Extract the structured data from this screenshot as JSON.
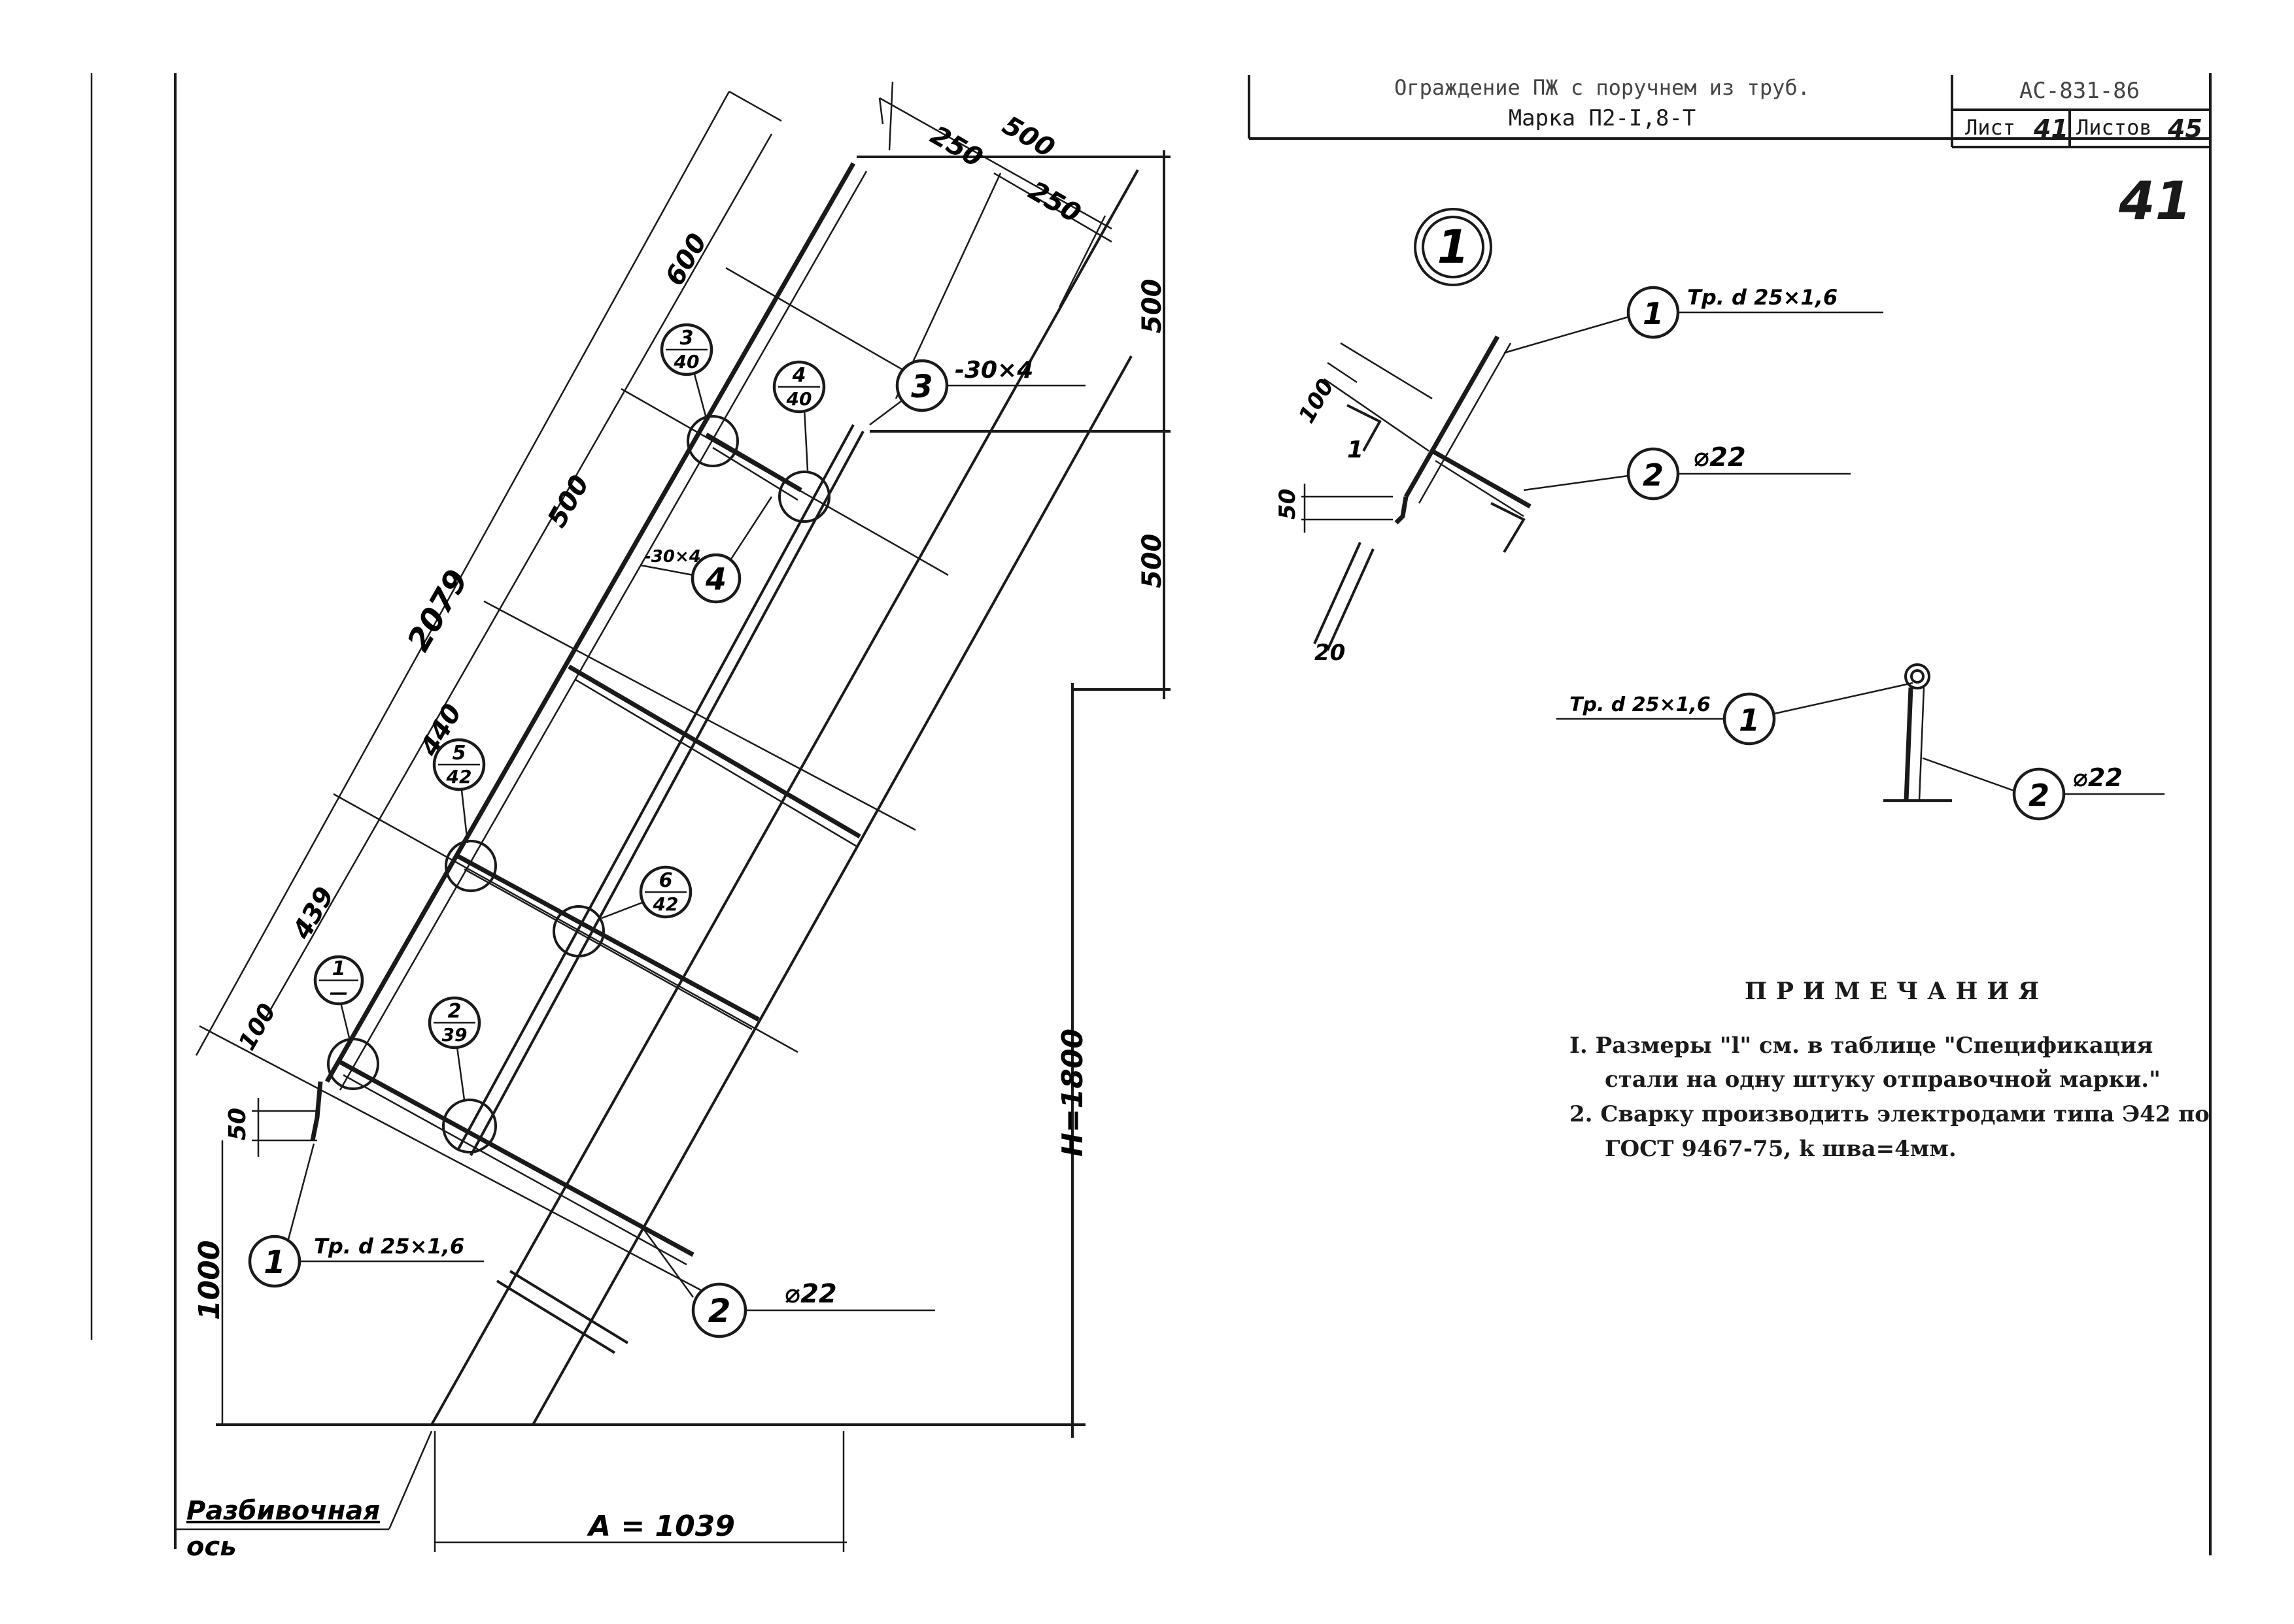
{
  "title_block": {
    "title_line1": "Ограждение ПЖ с поручнем из труб.",
    "title_line2": "Марка П2-I,8-Т",
    "code": "АС-831-86",
    "sheet_label": "Лист",
    "sheet_value": "41",
    "sheets_label": "Листов",
    "sheets_value": "45"
  },
  "page_number": "41",
  "dimensions": {
    "top_500": "500",
    "top_250_left": "250",
    "top_250_right": "250",
    "d_600": "600",
    "d_500": "500",
    "d_2079": "2079",
    "d_440": "440",
    "d_439": "439",
    "d_100": "100",
    "d_50": "50",
    "d_1000": "1000",
    "right_500_top": "500",
    "right_500_bottom": "500",
    "h_1800": "H=1800",
    "a_1039": "A = 1039"
  },
  "callouts": {
    "n1": "1",
    "n2": "2",
    "n3": "3",
    "n4": "4",
    "tube_label": "Тр. d 25×1,6",
    "rod_label": "⌀22",
    "strip_label_3": "-30×4",
    "strip_label_4": "-30×4",
    "node_3_40_top": "3",
    "node_3_40_bot": "40",
    "node_4_40_top": "4",
    "node_4_40_bot": "40",
    "node_5_42_top": "5",
    "node_5_42_bot": "42",
    "node_6_42_top": "6",
    "node_6_42_bot": "42",
    "node_2_39_top": "2",
    "node_2_39_bot": "39",
    "node_1_top": "1",
    "node_1_bot": "—"
  },
  "axis_label_line1": "Разбивочная",
  "axis_label_line2": "ось",
  "detail": {
    "number": "1",
    "d_100": "100",
    "d_50": "50",
    "d_20": "20",
    "cut_mark": "1",
    "tube_label": "Тр. d 25×1,6",
    "rod_label": "⌀22",
    "c1": "1",
    "c2": "2"
  },
  "section": {
    "tube_label": "Тр. d 25×1,6",
    "rod_label": "⌀22",
    "c1": "1",
    "c2": "2"
  },
  "notes": {
    "title": "ПРИМЕЧАНИЯ",
    "item1": "I. Размеры \"l\" см. в таблице \"Спецификация стали на одну штуку отправочной марки.\"",
    "item2": "2. Сварку производить электродами типа Э42 по ГОСТ 9467-75, k шва=4мм."
  }
}
